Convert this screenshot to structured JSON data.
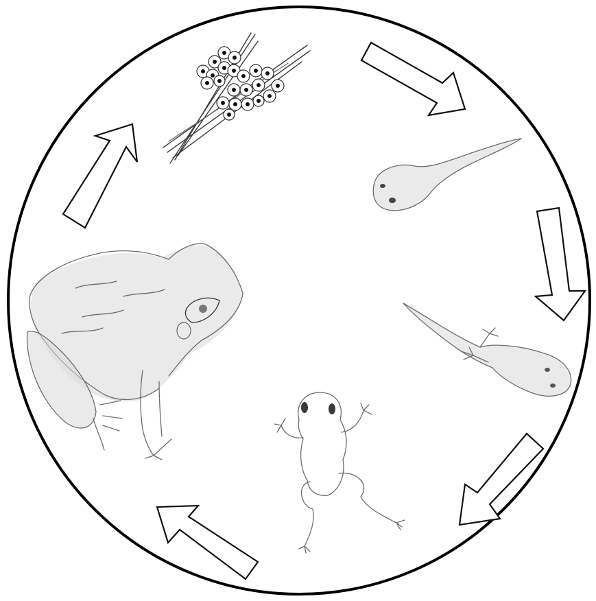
{
  "diagram": {
    "stages": [
      {
        "id": "eggs",
        "icon": "frog-spawn-icon"
      },
      {
        "id": "tadpole",
        "icon": "tadpole-icon"
      },
      {
        "id": "tadpole-with-legs",
        "icon": "tadpole-with-legs-icon"
      },
      {
        "id": "froglet",
        "icon": "froglet-icon"
      },
      {
        "id": "adult-frog",
        "icon": "adult-frog-icon"
      }
    ],
    "arrows": 5,
    "colors": {
      "outline": "#111111",
      "sketch": "#6b6b6b",
      "background": "#ffffff"
    }
  }
}
